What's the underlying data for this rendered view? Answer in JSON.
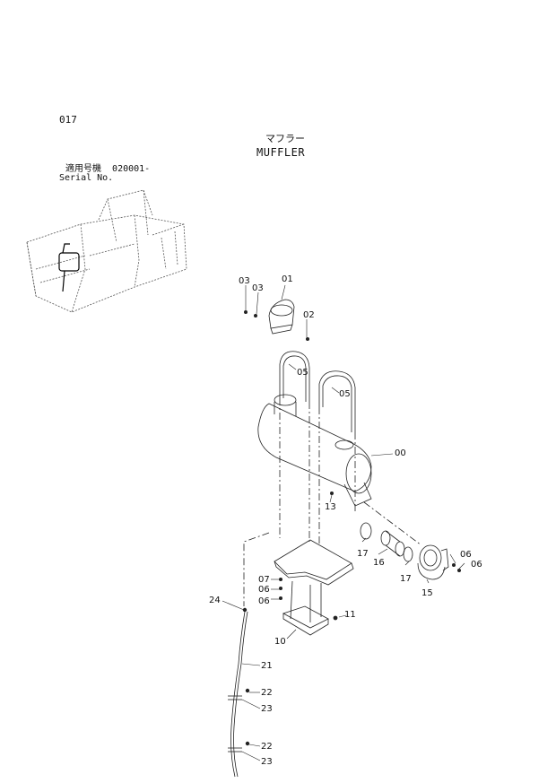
{
  "page_number": "017",
  "title": {
    "japanese": "マフラー",
    "english": "MUFFLER"
  },
  "serial": {
    "japanese_label": "適用号機",
    "range": "020001-",
    "english_label": "Serial No."
  },
  "part_callouts": {
    "p00": "00",
    "p01": "01",
    "p02": "02",
    "p03a": "03",
    "p03b": "03",
    "p05a": "05",
    "p05b": "05",
    "p06a": "06",
    "p06b": "06",
    "p06c": "06",
    "p06d": "06",
    "p07": "07",
    "p10": "10",
    "p11": "11",
    "p13": "13",
    "p15": "15",
    "p16": "16",
    "p17a": "17",
    "p17b": "17",
    "p21": "21",
    "p22a": "22",
    "p22b": "22",
    "p23a": "23",
    "p23b": "23",
    "p24": "24"
  }
}
